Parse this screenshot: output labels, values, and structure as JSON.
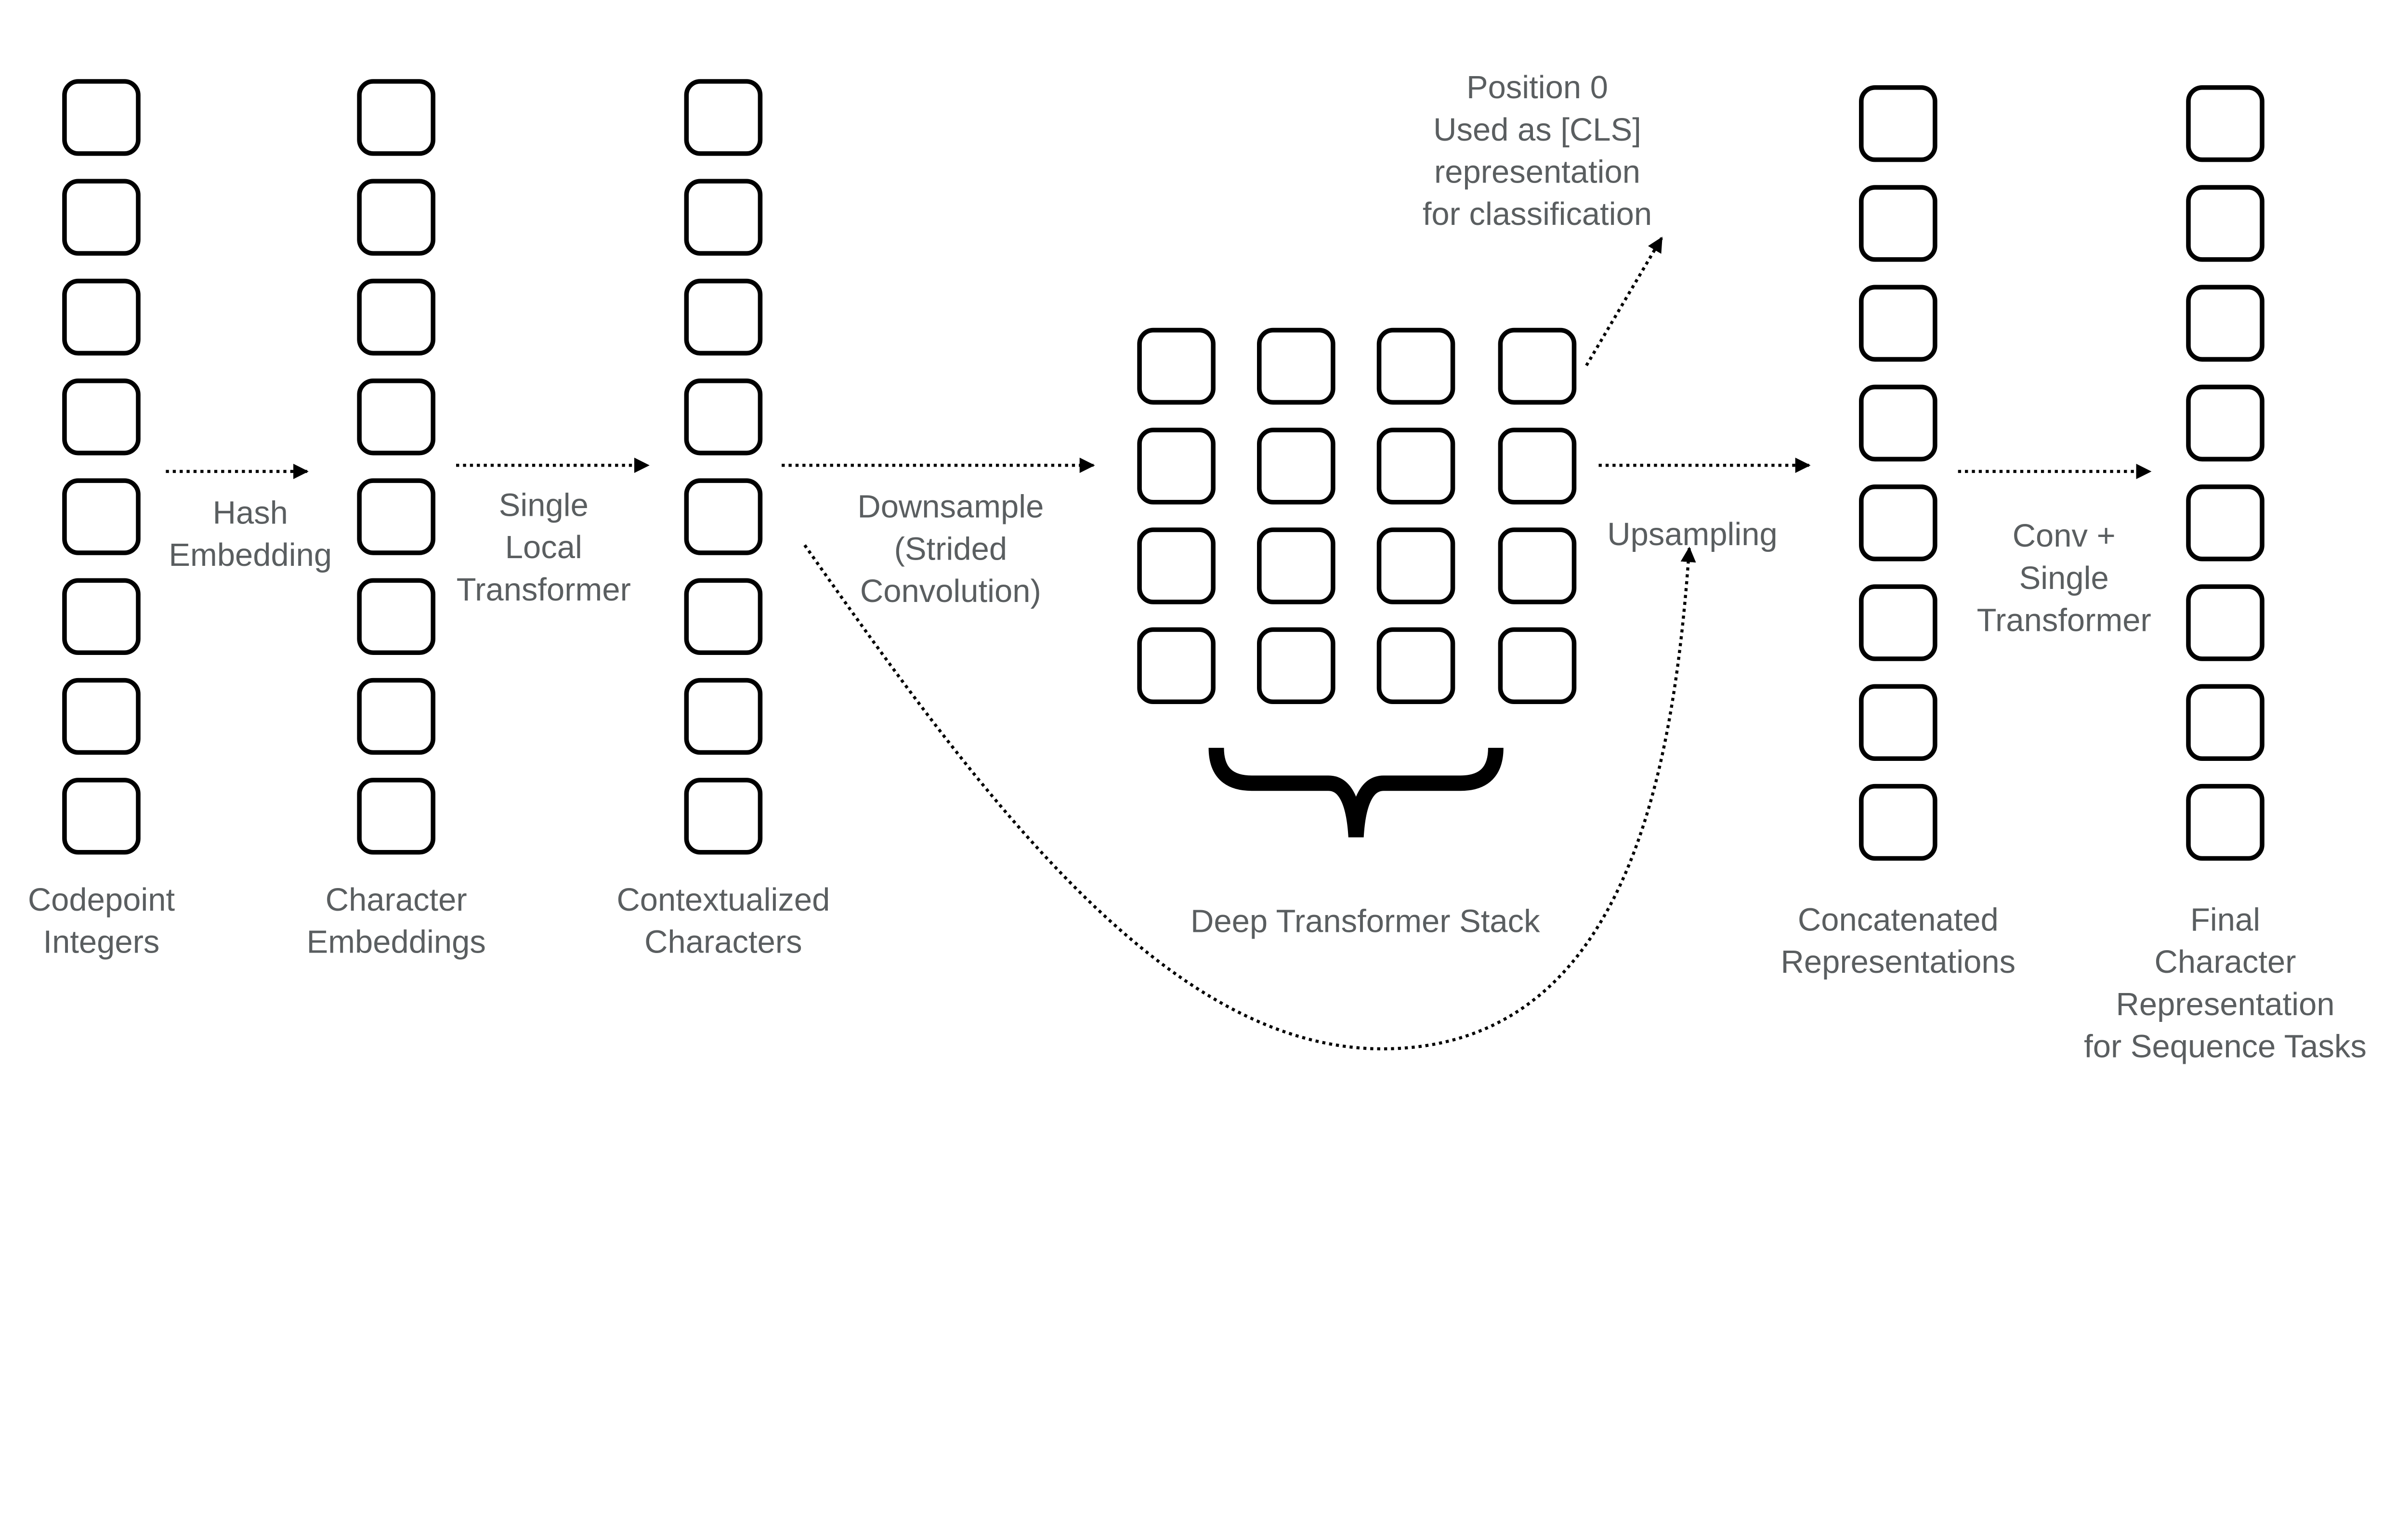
{
  "arrows": [
    {
      "label": [
        "Hash",
        "Embedding"
      ]
    },
    {
      "label": [
        "Single",
        "Local",
        "Transformer"
      ]
    },
    {
      "label": [
        "Downsample",
        "(Strided",
        "Convolution)"
      ]
    },
    {
      "label": [
        "Upsampling"
      ]
    },
    {
      "label": [
        "Conv +",
        "Single",
        "Transformer"
      ]
    }
  ],
  "columns": [
    {
      "label": [
        "Codepoint",
        "Integers"
      ]
    },
    {
      "label": [
        "Character",
        "Embeddings"
      ]
    },
    {
      "label": [
        "Contextualized",
        "Characters"
      ]
    },
    {
      "label": [
        "Concatenated",
        "Representations"
      ]
    },
    {
      "label": [
        "Final",
        "Character",
        "Representation",
        "for Sequence Tasks"
      ]
    }
  ],
  "stack": {
    "label": "Deep Transformer Stack"
  },
  "cls_note": [
    "Position 0",
    "Used as [CLS]",
    "representation",
    "for classification"
  ]
}
